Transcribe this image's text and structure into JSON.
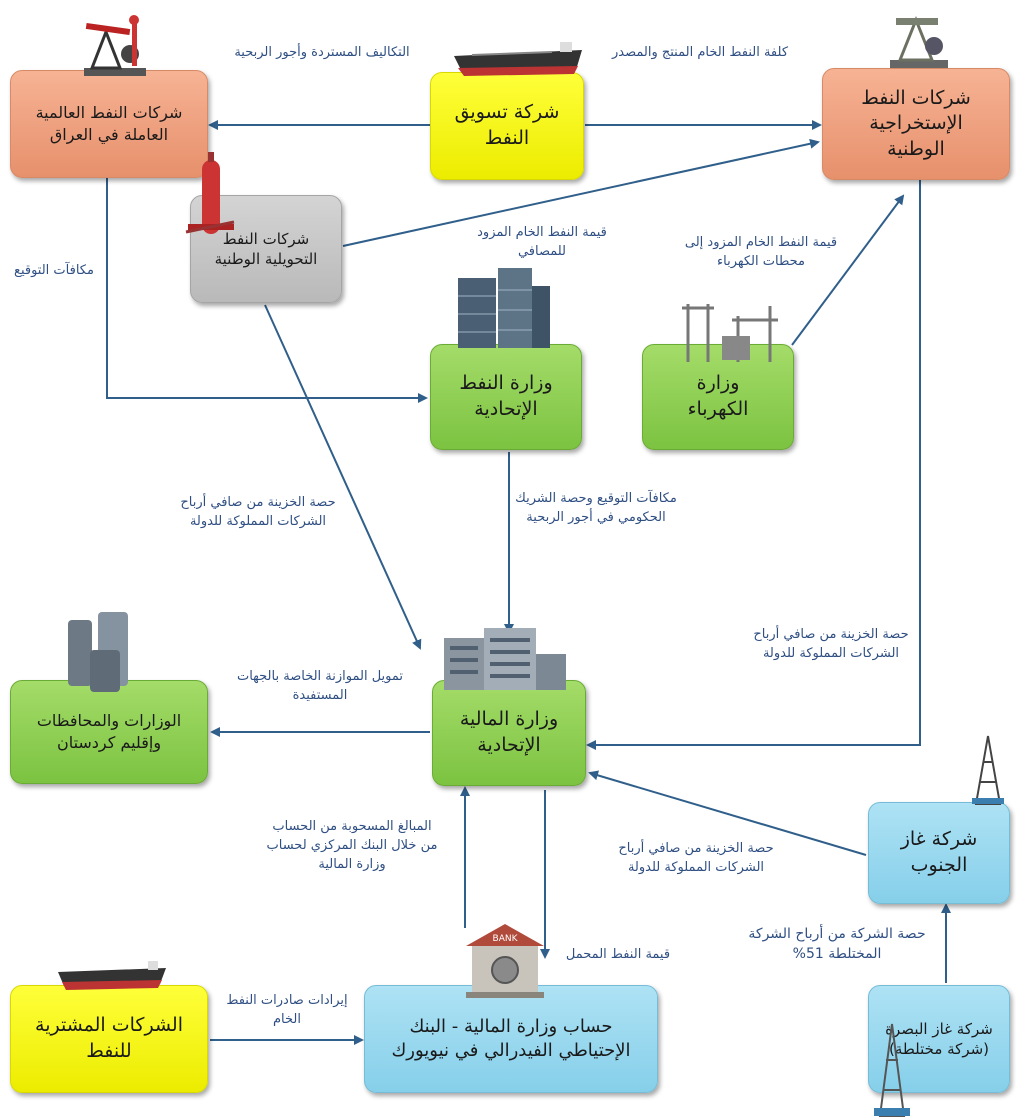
{
  "boxes": {
    "intl_oil_companies": "شركات النفط العالمية العاملة في العراق",
    "somo": "شركة تسويق النفط",
    "national_extraction": "شركات النفط الإستخراجية الوطنية",
    "national_transformation": "شركات النفط التحويلية الوطنية",
    "ministry_oil": "وزارة النفط الإتحادية",
    "ministry_electricity": "وزارة الكهرباء",
    "ministries_provinces": "الوزارات والمحافظات وإقليم كردستان",
    "ministry_finance": "وزارة المالية الإتحادية",
    "south_gas": "شركة غاز الجنوب",
    "buying_companies": "الشركات المشترية للنفط",
    "fed_reserve_account": "حساب وزارة المالية - البنك الإحتياطي الفيدرالي في نيويورك",
    "basra_gas": "شركة غاز البصرة (شركة مختلطة)"
  },
  "labels": {
    "recovered_costs": "التكاليف المستردة وأجور الربحية",
    "crude_cost": "كلفة النفط الخام المنتج والمصدر",
    "signing_bonus": "مكافآت التوقيع",
    "crude_to_refineries": "قيمة النفط الخام المزود للمصافي",
    "crude_to_power": "قيمة النفط الخام المزود إلى محطات الكهرباء",
    "treasury_share_left": "حصة الخزينة من صافي أرباح الشركات المملوكة للدولة",
    "signing_and_partner": "مكافآت التوقيع وحصة الشريك الحكومي في أجور الربحية",
    "treasury_share_right": "حصة الخزينة من صافي أرباح الشركات المملوكة للدولة",
    "budget_funding": "تمويل الموازنة الخاصة بالجهات المستفيدة",
    "withdrawn_amounts": "المبالغ المسحوبة من الحساب من خلال البنك المركزي لحساب وزارة المالية",
    "treasury_share_gas": "حصة الخزينة من صافي أرباح الشركات المملوكة للدولة",
    "loaded_oil_value": "قيمة النفط المحمل",
    "export_revenues": "إيرادات صادرات النفط الخام",
    "mixed_company_share": "حصة الشركة من أرباح الشركة المختلطة 51%"
  },
  "icons": [
    "oil-pump-icon",
    "tanker-ship-icon",
    "oil-derrick-icon",
    "gas-cylinder-icon",
    "skyscraper-icon",
    "power-station-icon",
    "office-building-icon",
    "storage-tanks-icon",
    "drilling-rig-icon",
    "bank-icon"
  ],
  "colors": {
    "salmon": "#f0a07c",
    "yellow": "#ffff00",
    "green": "#8ccc4f",
    "gray": "#c4c4c4",
    "blue": "#9dd8ef",
    "arrow": "#2f5f8a",
    "label": "#2f4f83"
  }
}
